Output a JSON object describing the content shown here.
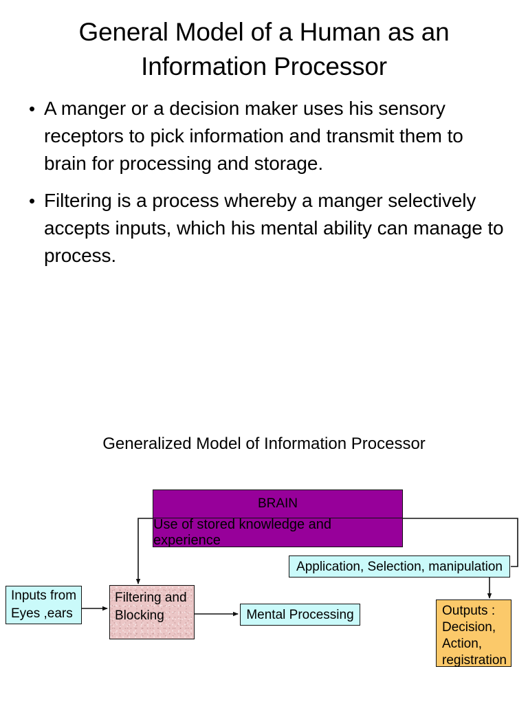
{
  "slide": {
    "title": "General Model of a Human as an Information Processor",
    "bullet_marker": "•",
    "bullets": [
      "A manger or a decision maker uses his sensory receptors to pick information and transmit them to brain for processing and storage.",
      "Filtering is a process whereby a manger selectively accepts inputs, which his mental ability can manage to process."
    ]
  },
  "diagram": {
    "caption": "Generalized Model of Information Processor",
    "colors": {
      "brain": "#97009A",
      "cyan": "#CAFAFA",
      "pink": "#EBC6C6",
      "orange": "#FBC96A",
      "stroke": "#111111"
    },
    "nodes": {
      "brain": {
        "title": "BRAIN",
        "subtitle": "Use of stored knowledge and experience"
      },
      "application": {
        "label": "Application, Selection, manipulation"
      },
      "inputs": {
        "line1": "Inputs from",
        "line2": "Eyes ,ears"
      },
      "filtering": {
        "line1": "Filtering and",
        "line2": "Blocking"
      },
      "mental": {
        "label": "Mental Processing"
      },
      "outputs": {
        "line1": "Outputs :",
        "line2": "Decision,",
        "line3": "Action,",
        "line4": "registration"
      }
    },
    "connectors": [
      {
        "name": "brain-to-filtering",
        "from": "brain",
        "to": "filtering"
      },
      {
        "name": "brain-to-application",
        "from": "brain",
        "to": "application"
      },
      {
        "name": "inputs-to-filtering",
        "from": "inputs",
        "to": "filtering"
      },
      {
        "name": "filtering-to-mental",
        "from": "filtering",
        "to": "mental"
      },
      {
        "name": "application-to-outputs",
        "from": "application",
        "to": "outputs"
      }
    ]
  }
}
